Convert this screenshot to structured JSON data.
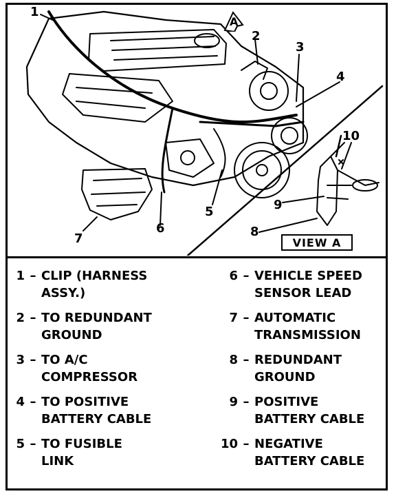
{
  "view_label": "VIEW  A",
  "view_arrow_letter": "A",
  "callouts": [
    "1",
    "2",
    "3",
    "4",
    "5",
    "6",
    "7",
    "8",
    "9",
    "10"
  ],
  "legend": [
    {
      "num": "1",
      "text": "CLIP (HARNESS\nASSY.)"
    },
    {
      "num": "2",
      "text": "TO REDUNDANT\nGROUND"
    },
    {
      "num": "3",
      "text": "TO A/C\nCOMPRESSOR"
    },
    {
      "num": "4",
      "text": "TO POSITIVE\nBATTERY CABLE"
    },
    {
      "num": "5",
      "text": "TO FUSIBLE\nLINK"
    },
    {
      "num": "6",
      "text": "VEHICLE SPEED\nSENSOR LEAD"
    },
    {
      "num": "7",
      "text": "AUTOMATIC\nTRANSMISSION"
    },
    {
      "num": "8",
      "text": "REDUNDANT\nGROUND"
    },
    {
      "num": "9",
      "text": "POSITIVE\nBATTERY CABLE"
    },
    {
      "num": "10",
      "text": "NEGATIVE\nBATTERY CABLE"
    }
  ]
}
